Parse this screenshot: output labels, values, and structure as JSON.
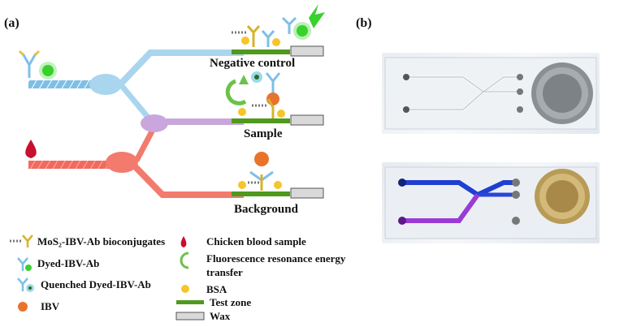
{
  "panels": {
    "a": "(a)",
    "b": "(b)"
  },
  "branches": {
    "top": "Negative control",
    "middle": "Sample",
    "bottom": "Background"
  },
  "legend": {
    "mos2": "MoS₂-IBV-Ab bioconjugates",
    "dyed": "Dyed-IBV-Ab",
    "quenched": "Quenched Dyed-IBV-Ab",
    "ibv": "IBV",
    "blood": "Chicken blood sample",
    "fret": "Fluorescence resonance energy transfer",
    "bsa": "BSA",
    "testzone": "Test zone",
    "wax": "Wax"
  },
  "colors": {
    "channel_blue": "#a9d6ee",
    "channel_purple": "#c9a6dc",
    "channel_red": "#f27b6e",
    "test_zone": "#4f9a1e",
    "wax": "#d9d9d9",
    "dye": "#39d12b",
    "bsa": "#f5c52a",
    "ibv": "#e8742c",
    "blood": "#c8102e"
  }
}
